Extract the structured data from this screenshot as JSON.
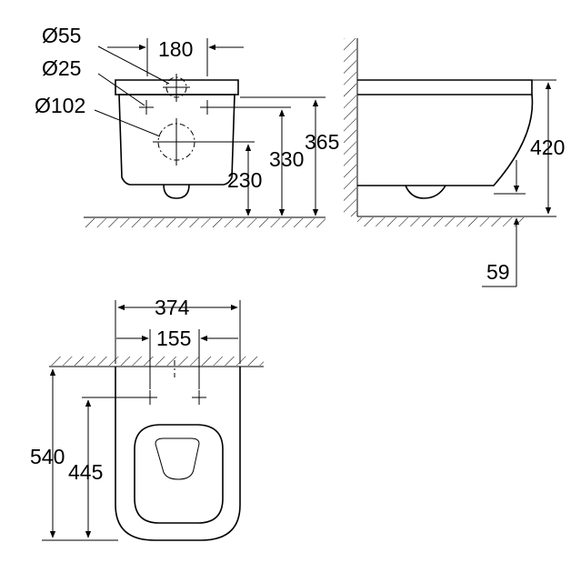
{
  "front_view": {
    "diameter_large": "Ø55",
    "diameter_small": "Ø25",
    "diameter_drain": "Ø102",
    "width_180": "180",
    "height_365": "365",
    "height_330": "330",
    "height_230": "230"
  },
  "side_view": {
    "height_420": "420",
    "offset_59": "59"
  },
  "top_view": {
    "width_374": "374",
    "width_155": "155",
    "depth_540": "540",
    "depth_445": "445"
  }
}
